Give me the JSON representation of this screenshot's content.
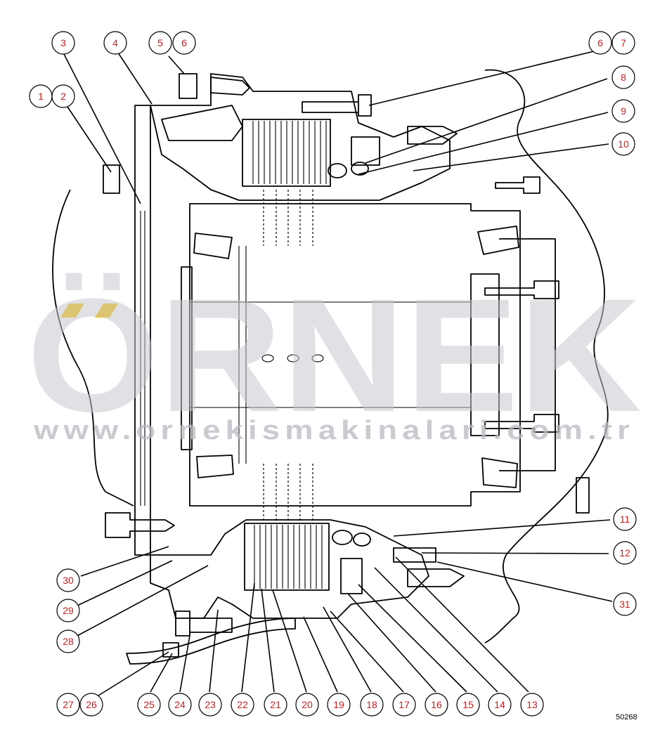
{
  "drawing_number": "50268",
  "watermark": {
    "brand": "ÖRNEK",
    "url": "www.ornekismakinalari.com.tr",
    "accent_color": "#f2c200"
  },
  "callouts": [
    {
      "label": "1"
    },
    {
      "label": "2"
    },
    {
      "label": "3"
    },
    {
      "label": "4"
    },
    {
      "label": "5"
    },
    {
      "label": "6"
    },
    {
      "label": "6"
    },
    {
      "label": "7"
    },
    {
      "label": "8"
    },
    {
      "label": "9"
    },
    {
      "label": "10"
    },
    {
      "label": "11"
    },
    {
      "label": "12"
    },
    {
      "label": "31"
    },
    {
      "label": "30"
    },
    {
      "label": "29"
    },
    {
      "label": "28"
    },
    {
      "label": "27"
    },
    {
      "label": "26"
    },
    {
      "label": "25"
    },
    {
      "label": "24"
    },
    {
      "label": "23"
    },
    {
      "label": "22"
    },
    {
      "label": "21"
    },
    {
      "label": "20"
    },
    {
      "label": "19"
    },
    {
      "label": "18"
    },
    {
      "label": "17"
    },
    {
      "label": "16"
    },
    {
      "label": "15"
    },
    {
      "label": "14"
    },
    {
      "label": "13"
    }
  ],
  "colors": {
    "callout_text": "#cc1f1f",
    "line": "#000000",
    "watermark": "#c8c8cf"
  }
}
